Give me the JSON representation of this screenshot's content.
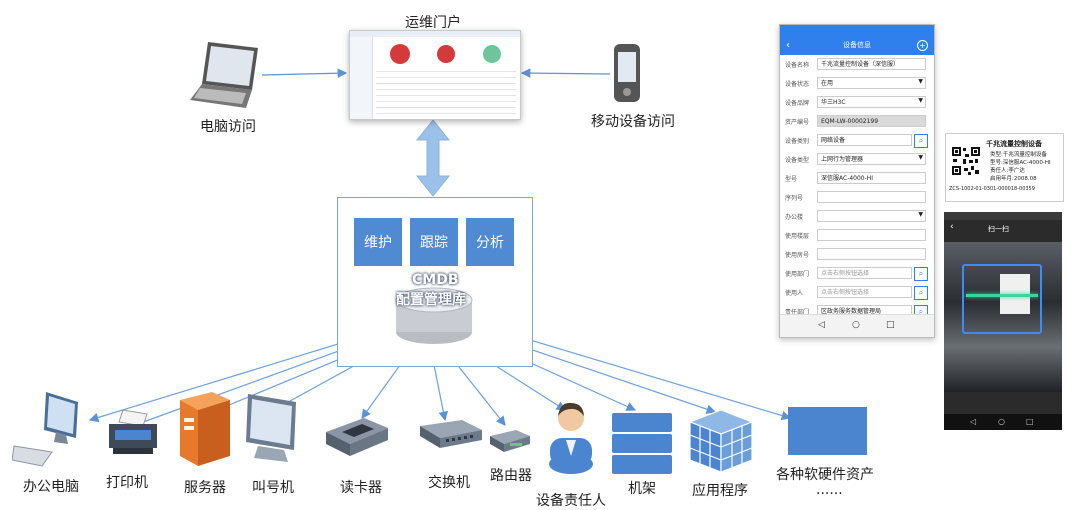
{
  "portal": {
    "title": "运维门户"
  },
  "access": {
    "pc": "电脑访问",
    "mobile": "移动设备访问"
  },
  "functions": [
    "维护",
    "跟踪",
    "分析"
  ],
  "cmdb": {
    "line1": "CMDB",
    "line2": "配置管理库"
  },
  "assets": [
    {
      "label": "办公电脑"
    },
    {
      "label": "打印机"
    },
    {
      "label": "服务器"
    },
    {
      "label": "叫号机"
    },
    {
      "label": "读卡器"
    },
    {
      "label": "交换机"
    },
    {
      "label": "路由器"
    },
    {
      "label": "设备责任人"
    },
    {
      "label": "机架"
    },
    {
      "label": "应用程序"
    },
    {
      "label": "各种软硬件资产"
    }
  ],
  "assets_more": "......",
  "phone": {
    "title": "设备信息",
    "fields": [
      {
        "k": "设备名称",
        "v": "千兆流量控制设备（深信服）"
      },
      {
        "k": "设备状态",
        "v": "在用"
      },
      {
        "k": "设备品牌",
        "v": "华三H3C"
      },
      {
        "k": "资产编号",
        "v": "EQM-LW-00002199"
      },
      {
        "k": "设备类别",
        "v": "网络设备"
      },
      {
        "k": "设备类型",
        "v": "上网行为管理器"
      },
      {
        "k": "型号",
        "v": "深信服AC-4000-HI"
      },
      {
        "k": "序列号",
        "v": ""
      },
      {
        "k": "办公楼",
        "v": ""
      },
      {
        "k": "使用楼层",
        "v": ""
      },
      {
        "k": "使用房号",
        "v": ""
      },
      {
        "k": "使用部门",
        "v": "点击右侧按钮选择"
      },
      {
        "k": "使用人",
        "v": "点击右侧按钮选择"
      },
      {
        "k": "责任部门",
        "v": "区政务服务数据管理局"
      }
    ]
  },
  "tag": {
    "title": "千兆流量控制设备",
    "lines": [
      "类型:千兆流量控制设备",
      "型号:深信服AC-4000-HI",
      "责任人:李广达",
      "启用年月:2008.08"
    ],
    "code": "ZCS-1002-01-0301-000018-00359"
  },
  "scan": {
    "title": "扫一扫"
  },
  "colors": {
    "accent": "#4f8ad2",
    "line": "#6ea0dc",
    "phone_header": "#2f80ed"
  }
}
